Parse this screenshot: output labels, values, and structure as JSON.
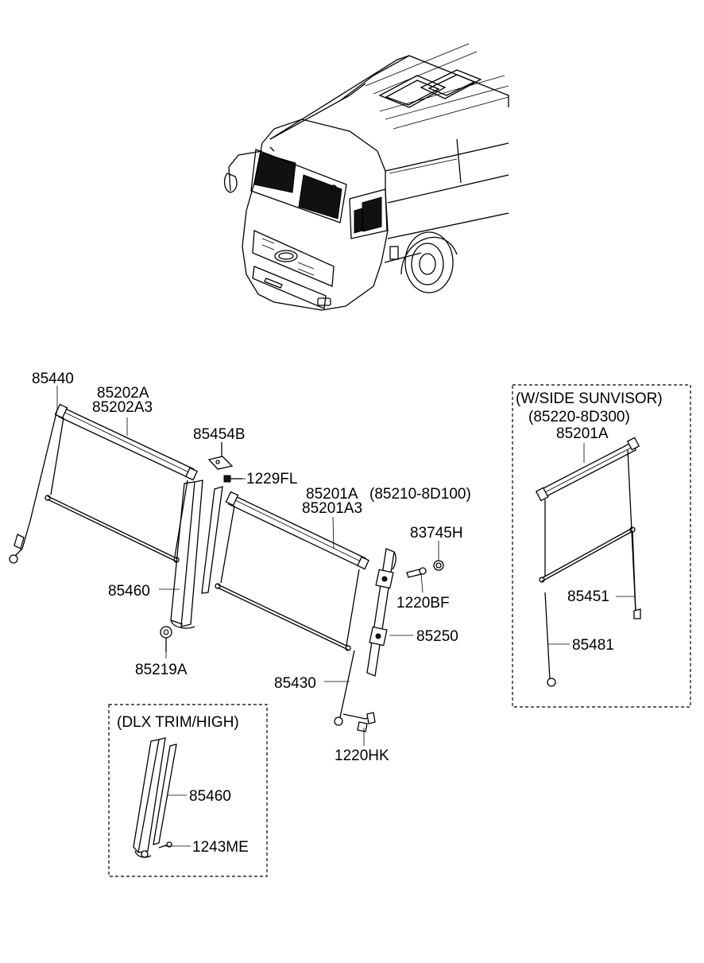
{
  "labels": {
    "p85440": "85440",
    "p85202A": "85202A",
    "p85202A3": "85202A3",
    "p85454B": "85454B",
    "p1229FL": "1229FL",
    "p85201A": "85201A",
    "p85210": "(85210-8D100)",
    "p85201A3": "85201A3",
    "p83745H": "83745H",
    "p1220BF": "1220BF",
    "p85460": "85460",
    "p85250": "85250",
    "p85219A": "85219A",
    "p85430": "85430",
    "p1220HK": "1220HK"
  },
  "side_sunvisor": {
    "title": "(W/SIDE SUNVISOR)",
    "code": "(85220-8D300)",
    "p85201A": "85201A",
    "p85451": "85451",
    "p85481": "85481"
  },
  "dlx_trim": {
    "title": "(DLX TRIM/HIGH)",
    "p85460": "85460",
    "p1243ME": "1243ME"
  }
}
